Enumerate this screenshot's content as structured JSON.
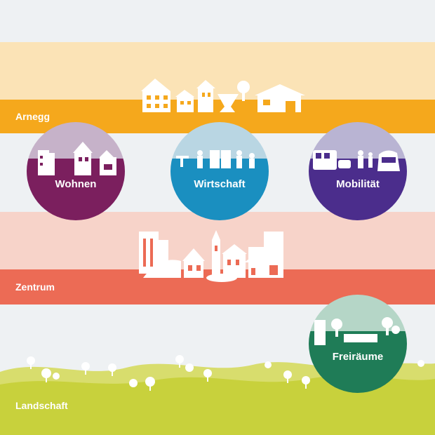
{
  "bands": {
    "arnegg": {
      "label": "Arnegg"
    },
    "zentrum": {
      "label": "Zentrum"
    },
    "landschaft": {
      "label": "Landschaft"
    }
  },
  "circles": {
    "wohnen": {
      "label": "Wohnen"
    },
    "wirtschaft": {
      "label": "Wirtschaft"
    },
    "mobilitaet": {
      "label": "Mobilität"
    },
    "freiraeume": {
      "label": "Freiräume"
    }
  },
  "colors": {
    "arnegg_light": "#fbe3b6",
    "arnegg_dark": "#f5a81c",
    "zentrum_light": "#f7d3c9",
    "zentrum_dark": "#ec6b55",
    "landschaft": "#c8d13c",
    "wohnen_top": "#c6b2c9",
    "wohnen": "#7b1f5e",
    "wirtschaft_top": "#b9d6e3",
    "wirtschaft": "#1a8fc0",
    "mobilitaet_top": "#b9b4d3",
    "mobilitaet": "#4b2d8c",
    "freiraeume_top": "#b5d6c7",
    "freiraeume": "#1f7c57"
  }
}
